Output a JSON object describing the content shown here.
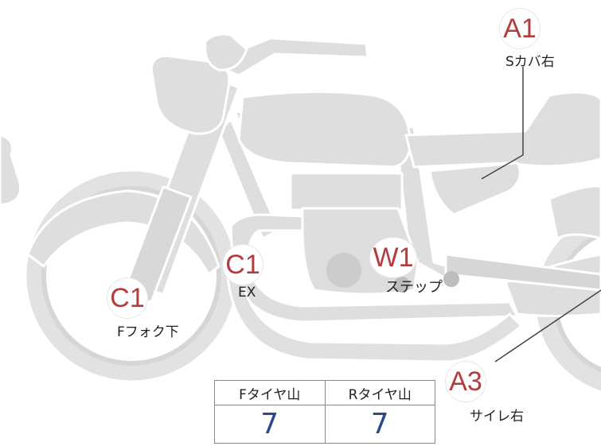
{
  "colors": {
    "part_fill": "#dedede",
    "part_stroke": "#ffffff",
    "code_text": "#b43c3c",
    "value_text": "#2a4a8c",
    "leader": "#444444"
  },
  "markers": [
    {
      "code": "A1",
      "label": "Sカバ右"
    },
    {
      "code": "C1",
      "label": "Fフォク下"
    },
    {
      "code": "C1",
      "label": "EX"
    },
    {
      "code": "W1",
      "label": "ステップ"
    },
    {
      "code": "A3",
      "label": "サイレ右"
    }
  ],
  "tread_table": {
    "front_header": "Fタイヤ山",
    "rear_header": "Rタイヤ山",
    "front_value": "7",
    "rear_value": "7"
  }
}
